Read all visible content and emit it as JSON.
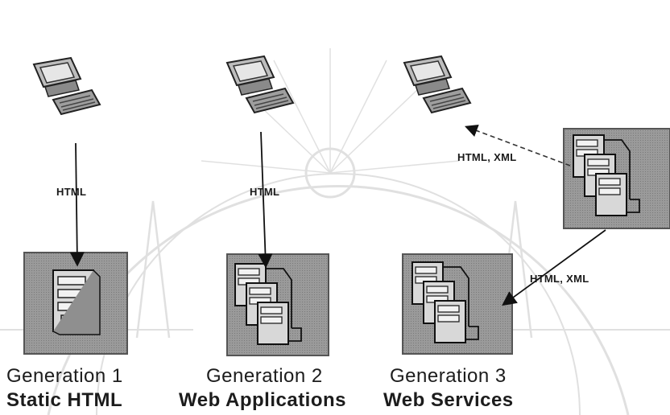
{
  "diagram": {
    "generations": [
      {
        "title": "Generation 1",
        "subtitle": "Static HTML"
      },
      {
        "title": "Generation 2",
        "subtitle": "Web Applications"
      },
      {
        "title": "Generation 3",
        "subtitle": "Web Services"
      }
    ],
    "edges": [
      {
        "label": "HTML"
      },
      {
        "label": "HTML"
      },
      {
        "label": "HTML, XML"
      },
      {
        "label": "HTML, XML"
      }
    ],
    "icons": [
      "client-computer-icon",
      "web-server-icon",
      "application-server-icon",
      "web-service-server-icon",
      "watermark-seal"
    ]
  }
}
